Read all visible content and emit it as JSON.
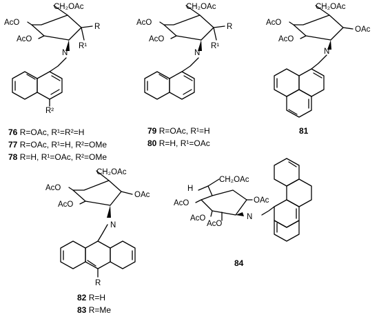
{
  "groups": {
    "ch2oac": "CH₂OAc",
    "oac": "OAc",
    "aco": "AcO",
    "n": "N",
    "r": "R",
    "r1": "R¹",
    "r2": "R²",
    "h": "H"
  },
  "compounds": {
    "c76": {
      "number": "76",
      "text": " R=OAc, R¹=R²=H"
    },
    "c77": {
      "number": "77",
      "text": " R=OAc, R¹=H, R²=OMe"
    },
    "c78": {
      "number": "78",
      "text": " R=H, R¹=OAc, R²=OMe"
    },
    "c79": {
      "number": "79",
      "text": " R=OAc, R¹=H"
    },
    "c80": {
      "number": "80",
      "text": " R=H, R¹=OAc"
    },
    "c81": {
      "number": "81"
    },
    "c82": {
      "number": "82",
      "text": " R=H"
    },
    "c83": {
      "number": "83",
      "text": " R=Me"
    },
    "c84": {
      "number": "84"
    }
  }
}
